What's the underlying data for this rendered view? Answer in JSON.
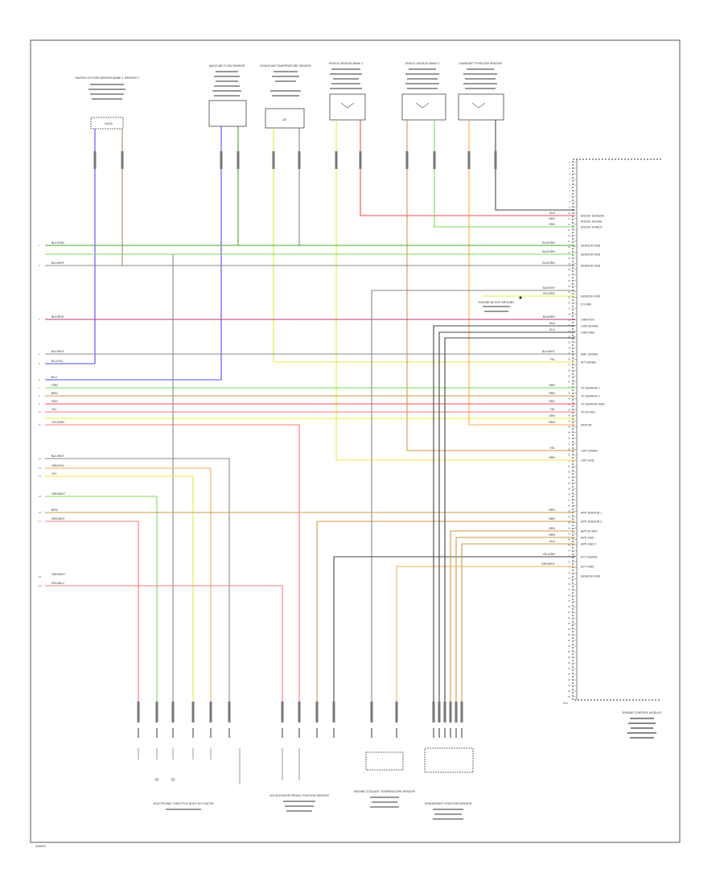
{
  "colors": {
    "border": "#555555",
    "blue": "#4d4dff",
    "brown": "#b9835a",
    "green": "#44aa22",
    "lightgreen": "#77dd55",
    "gray": "#8a8a8a",
    "dark": "#444444",
    "yellow": "#e8e84a",
    "red": "#ff4b4b",
    "pink": "#ff7a7a",
    "orange": "#ffaa55",
    "tan": "#cc9944",
    "violet": "#bb3377"
  },
  "title": {
    "ecm_label": "ENGINE CONTROL MODULE",
    "ecm_pin_header": "PINS"
  },
  "top_components": [
    {
      "id": "c1",
      "label": "HEATED OXYGEN SENSOR BANK 1 SENSOR 2",
      "part": "HO2S"
    },
    {
      "id": "c2",
      "label": "MASS AIR FLOW SENSOR",
      "part": ""
    },
    {
      "id": "c3",
      "label": "INTAKE AIR TEMPERATURE SENSOR",
      "part": "IAT"
    },
    {
      "id": "c4",
      "label": "KNOCK SENSOR BANK 1",
      "part": ""
    },
    {
      "id": "c5",
      "label": "KNOCK SENSOR BANK 2",
      "part": ""
    },
    {
      "id": "c6",
      "label": "CAMSHAFT POSITION SENSOR",
      "part": ""
    }
  ],
  "bottom_components": [
    {
      "id": "b1",
      "label": "ELECTRONIC THROTTLE BODY ACTUATOR"
    },
    {
      "id": "b2",
      "label": "ACCELERATOR PEDAL POSITION SENSOR"
    },
    {
      "id": "b3",
      "label": "ENGINE COOLANT TEMPERATURE SENSOR"
    },
    {
      "id": "b4",
      "label": "CRANKSHAFT POSITION SENSOR"
    }
  ],
  "ecm_pin_labels": [
    "KNOCK SENSOR",
    "KNOCK SIGNAL",
    "KNOCK SHIELD",
    "SENSOR GND",
    "SENSOR GND",
    "SENSOR GND",
    "SENSOR GND",
    "5 V REF",
    "CAM POS",
    "CAM SIGNAL",
    "CAM GND",
    "MAF SIGNAL",
    "IAT SIGNAL",
    "TP SENSOR 1",
    "TP SENSOR 2",
    "TP SENSOR GND",
    "TP 5V REF",
    "MOTOR",
    "CKP SIGNAL",
    "CKP GND",
    "APP SENSOR 1",
    "APP SENSOR 2",
    "APP 5V REF",
    "APP GND",
    "APP GND 2",
    "ECT SIGNAL",
    "ECT GND",
    "SENSOR GND"
  ],
  "left_wire_labels": [
    "BLK/GRN",
    "BLK/WHT",
    "BLK/RED",
    "BLK/WHT",
    "BLU/YEL",
    "BLU",
    "GRN",
    "BRN",
    "RED",
    "YEL",
    "YEL/GRN",
    "BLK/WHT",
    "GRN/YEL",
    "YEL",
    "GRN/WHT",
    "BRN",
    "RED/WHT",
    "GRN/WHT",
    "RED/BLU"
  ],
  "right_wire_labels": [
    "BLK",
    "RED",
    "GRN",
    "BLK/GRN",
    "BLK/GRN",
    "BLK/GRN",
    "BLK/GRY",
    "YEL/RED",
    "BLK/RED",
    "BLK",
    "BLK",
    "BLK/WHT",
    "YEL",
    "GRN",
    "BRN",
    "RED",
    "YEL",
    "ORN",
    "BRN",
    "YEL",
    "BRN",
    "BRN",
    "BRN",
    "BRN",
    "BRN",
    "BLK",
    "YEL/ORN",
    "GRN/WHT"
  ],
  "pin_numbers": [
    "1",
    "2",
    "3",
    "4",
    "5",
    "6",
    "7",
    "8",
    "9",
    "10",
    "11",
    "12",
    "13",
    "14",
    "15",
    "16",
    "17",
    "18",
    "19",
    "20",
    "21",
    "22",
    "23",
    "24",
    "25",
    "26",
    "27",
    "28",
    "29",
    "30",
    "31",
    "32",
    "33",
    "34",
    "35",
    "36",
    "37",
    "38",
    "39",
    "40",
    "41",
    "42",
    "43",
    "44",
    "45",
    "46",
    "47",
    "48",
    "49",
    "50",
    "51",
    "52",
    "53",
    "54",
    "55",
    "56",
    "57",
    "58",
    "59",
    "60",
    "61",
    "62",
    "63",
    "64",
    "65",
    "66",
    "67",
    "68",
    "69",
    "70",
    "71",
    "72",
    "73",
    "74",
    "75",
    "76",
    "77",
    "78",
    "79",
    "80",
    "81",
    "82",
    "83",
    "84",
    "85",
    "86",
    "87",
    "88",
    "89",
    "90",
    "91",
    "92",
    "93",
    "94",
    "95",
    "96",
    "97",
    "98",
    "99",
    "100",
    "101",
    "102",
    "103",
    "104",
    "105",
    "106",
    "107",
    "108",
    "109",
    "110",
    "111",
    "112",
    "113",
    "114",
    "115",
    "116",
    "117",
    "118",
    "119",
    "120"
  ],
  "notes": {
    "shield_note": "ENGINE BLOCK GROUND",
    "footer": "W0000"
  }
}
